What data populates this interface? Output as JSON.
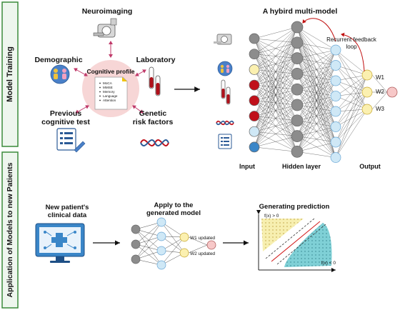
{
  "side_tabs": {
    "training": "Model Training",
    "application": "Application of Models to new Patients"
  },
  "training": {
    "neuroimaging": "Neuroimaging",
    "demographic": "Demographic",
    "laboratory": "Laboratory",
    "previous_test_line1": "Previous",
    "previous_test_line2": "cognitive test",
    "genetic_line1": "Genetic",
    "genetic_line2": "risk factors",
    "cognitive_profile": {
      "title": "Cognitive profile",
      "items": [
        "MoCA",
        "MMSE",
        "Memory",
        "Language",
        "Attention"
      ]
    },
    "model_title": "A hybird multi-model",
    "recurrent_line1": "Recurrent feedback",
    "recurrent_line2": "loop",
    "input_label": "Input",
    "hidden_label": "Hidden layer",
    "output_label": "Output",
    "weights": [
      "W1",
      "W2",
      "W3"
    ]
  },
  "application": {
    "new_patient_line1": "New patient's",
    "new_patient_line2": "clinical data",
    "apply_line1": "Apply to the",
    "apply_line2": "generated model",
    "w1_updated": "W1 updated",
    "w2_updated": "W2 updated",
    "prediction_title": "Generating prediction",
    "fx_pos": "f(x) > 0",
    "fx_neg": "f(x) < 0"
  },
  "colors": {
    "tab_border": "#3a8a3a",
    "tab_fill": "#eef6ee",
    "blue_border": "#4a7fc1",
    "cognitive_circle": "#f7d6d6",
    "arrow_pink": "#c03a6a",
    "node_gray": "#8c8c8c",
    "node_red": "#c0101a",
    "node_lightblue": "#cfe8f6",
    "node_yellow": "#fbf0b0",
    "node_blue": "#3a86c8",
    "region_yellow": "#f7efb0",
    "region_teal": "#7fd0d6"
  }
}
